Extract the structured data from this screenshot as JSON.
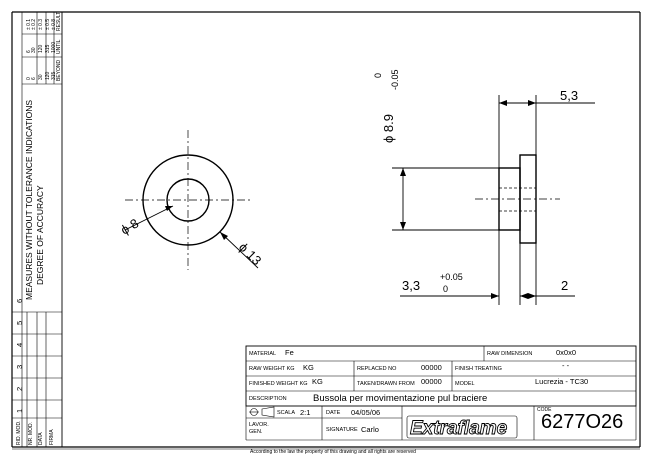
{
  "side_panel": {
    "tolerance_title_1": "MEASURES WITHOUT TOLERANCE INDICATIONS",
    "tolerance_title_2": "DEGREE OF ACCURACY",
    "tolerance_table": {
      "headers": [
        "BEYOND",
        "UNTIL",
        "RESULT"
      ],
      "rows": [
        [
          "0",
          "6",
          "± 0.1"
        ],
        [
          "6",
          "30",
          "± 0.2"
        ],
        [
          "30",
          "120",
          "± 0.3"
        ],
        [
          "120",
          "315",
          "± 0.5"
        ],
        [
          "315",
          "1000",
          "± 0.8"
        ]
      ]
    },
    "revision_numbers": [
      "1",
      "2",
      "3",
      "4",
      "5",
      "6"
    ],
    "revision_labels": [
      "RID. MOD.",
      "NR. MOD.",
      "DATA",
      "FIRMA"
    ]
  },
  "drawing": {
    "front_dims": {
      "inner_diameter": "ϕ 8",
      "outer_diameter": "ϕ 13"
    },
    "side_dims": {
      "overall_diameter": "ϕ 8.9",
      "overall_tol_upper": "0",
      "overall_tol_lower": "-0.05",
      "length": "5,3",
      "step_dim": "3,3",
      "step_tol_upper": "+0.05",
      "step_tol_lower": "0",
      "shoulder": "2"
    }
  },
  "title_block": {
    "material_label": "MATERIAL",
    "material_value": "Fe",
    "raw_dimension_label": "RAW DIMENSION",
    "raw_dimension_value": "0x0x0",
    "raw_weight_label": "RAW WEIGHT KG",
    "raw_weight_value": "KG",
    "replaced_no_label": "REPLACED NO",
    "replaced_no_value": "00000",
    "finish_treating_label": "FINISH TREATING",
    "finish_treating_value": "- -",
    "finished_weight_label": "FINISHED WEIGHT KG",
    "finished_weight_value": "KG",
    "taken_from_label": "TAKEN/DRAWN FROM",
    "taken_from_value": "00000",
    "model_label": "MODEL",
    "model_value": "Lucrezia - TC30",
    "description_label": "DESCRIPTION",
    "description_value": "Bussola per movimentazione pul braciere",
    "scale_label": "SCALA",
    "scale_value": "2:1",
    "date_label": "DATE",
    "date_value": "04/05/06",
    "lavor_label_1": "LAVOR.",
    "lavor_label_2": "GEN.",
    "signature_label": "SIGNATURE",
    "signature_value": "Carlo",
    "brand": "Extraflame",
    "code_label": "CODE",
    "code_value": "6277O26",
    "footer": "According to the law the property of this drawing and all rights are reserved"
  }
}
